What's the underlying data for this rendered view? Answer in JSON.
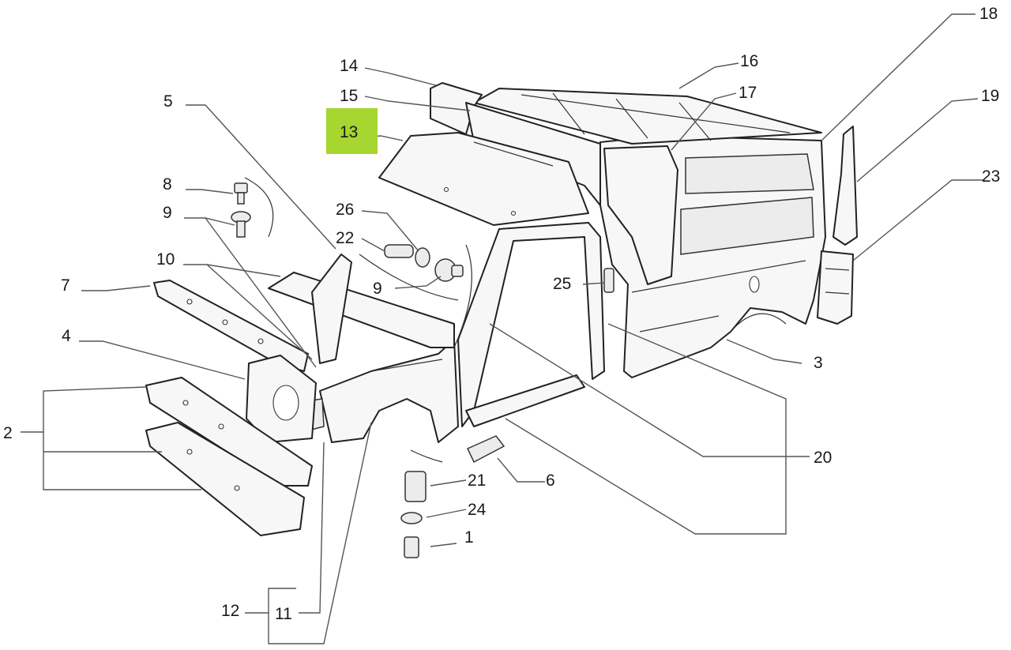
{
  "diagram": {
    "highlight_color": "#a6d62f",
    "highlighted_label": "13",
    "callouts": [
      {
        "id": "c1",
        "text": "1"
      },
      {
        "id": "c2",
        "text": "2"
      },
      {
        "id": "c3",
        "text": "3"
      },
      {
        "id": "c4",
        "text": "4"
      },
      {
        "id": "c5",
        "text": "5"
      },
      {
        "id": "c6",
        "text": "6"
      },
      {
        "id": "c7",
        "text": "7"
      },
      {
        "id": "c8",
        "text": "8"
      },
      {
        "id": "c9a",
        "text": "9"
      },
      {
        "id": "c9b",
        "text": "9"
      },
      {
        "id": "c10",
        "text": "10"
      },
      {
        "id": "c11",
        "text": "11"
      },
      {
        "id": "c12",
        "text": "12"
      },
      {
        "id": "c13",
        "text": "13"
      },
      {
        "id": "c14",
        "text": "14"
      },
      {
        "id": "c15",
        "text": "15"
      },
      {
        "id": "c16",
        "text": "16"
      },
      {
        "id": "c17",
        "text": "17"
      },
      {
        "id": "c18",
        "text": "18"
      },
      {
        "id": "c19",
        "text": "19"
      },
      {
        "id": "c20",
        "text": "20"
      },
      {
        "id": "c21",
        "text": "21"
      },
      {
        "id": "c22",
        "text": "22"
      },
      {
        "id": "c23",
        "text": "23"
      },
      {
        "id": "c24",
        "text": "24"
      },
      {
        "id": "c25",
        "text": "25"
      },
      {
        "id": "c26",
        "text": "26"
      }
    ]
  }
}
